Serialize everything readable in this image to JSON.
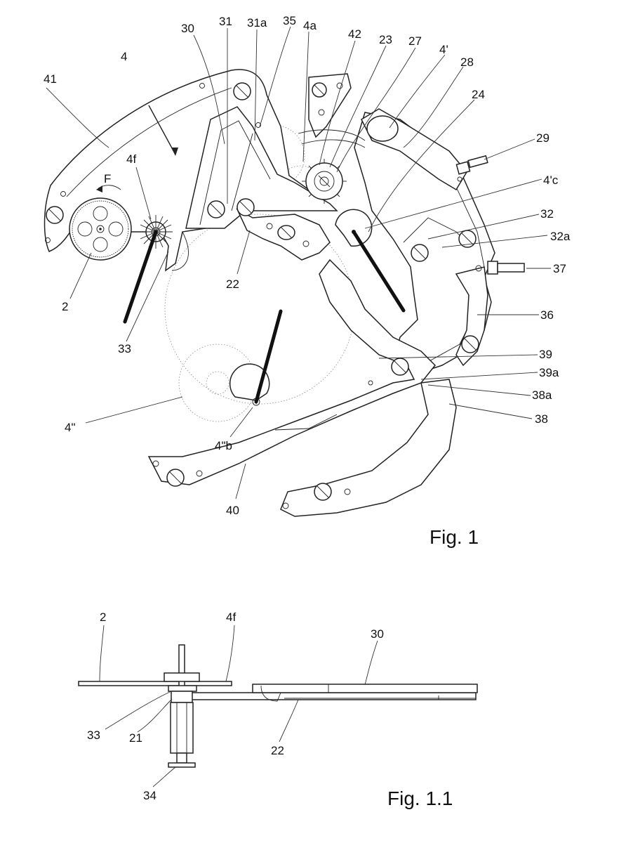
{
  "fig1": {
    "title": "Fig. 1",
    "labels": {
      "l30": "30",
      "l31": "31",
      "l31a": "31a",
      "l35": "35",
      "l4a": "4a",
      "l42": "42",
      "l23": "23",
      "l27": "27",
      "l4p": "4'",
      "l28": "28",
      "l24": "24",
      "l29": "29",
      "l4pc": "4'c",
      "l32": "32",
      "l32a": "32a",
      "l37": "37",
      "l36": "36",
      "l39": "39",
      "l39a": "39a",
      "l38a": "38a",
      "l38": "38",
      "l4": "4",
      "l41": "41",
      "l4f": "4f",
      "lF": "F",
      "l2": "2",
      "l22": "22",
      "l33": "33",
      "l4pp": "4\"",
      "l4ppb": "4\"b",
      "l40": "40"
    }
  },
  "fig11": {
    "title": "Fig. 1.1",
    "labels": {
      "l2": "2",
      "l4f": "4f",
      "l30": "30",
      "l33": "33",
      "l21": "21",
      "l22": "22",
      "l34": "34"
    }
  }
}
